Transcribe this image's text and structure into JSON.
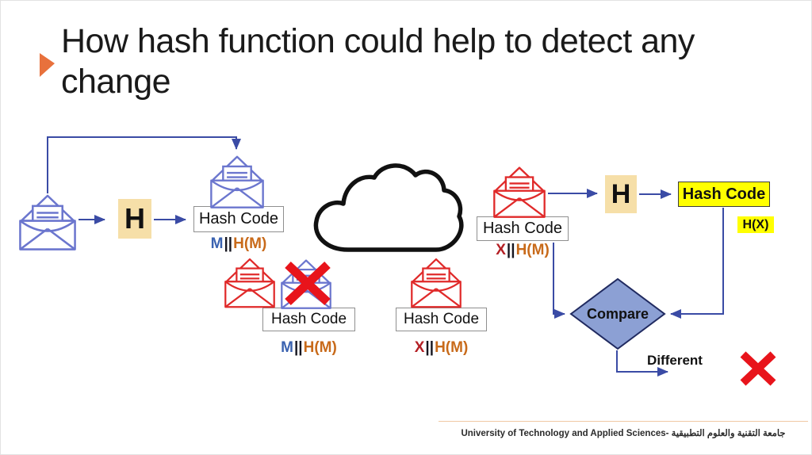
{
  "slide": {
    "title": "How hash function could help to detect any change",
    "footer": "University of Technology and Applied Sciences- جامعة التقنية والعلوم التطبيقية"
  },
  "labels": {
    "hash_function": "H",
    "hash_code": "Hash Code",
    "hx": "H(X)",
    "compare": "Compare",
    "different": "Different"
  },
  "concat": {
    "m_first": "M",
    "x_first": "X",
    "pipes": "||",
    "second": "H(M)"
  },
  "icons": {
    "bullet": "arrow-bullet-icon",
    "envelope": "open-envelope-icon",
    "cloud": "cloud-icon",
    "cross": "red-cross-icon"
  },
  "colors": {
    "accent_orange": "#E8713C",
    "connector_blue": "#3A4BA5",
    "envelope_blue": "#6B76CE",
    "envelope_red": "#E02A2A",
    "hash_box_tan": "#F6DFA8",
    "highlight_yellow": "#FFFF00",
    "diamond_fill": "#8CA0D4",
    "diamond_stroke": "#202A60",
    "cross_red": "#E8141B",
    "text_m_blue": "#3A62B0",
    "text_hm_orange": "#C86A1A",
    "text_x_red": "#B42025"
  }
}
